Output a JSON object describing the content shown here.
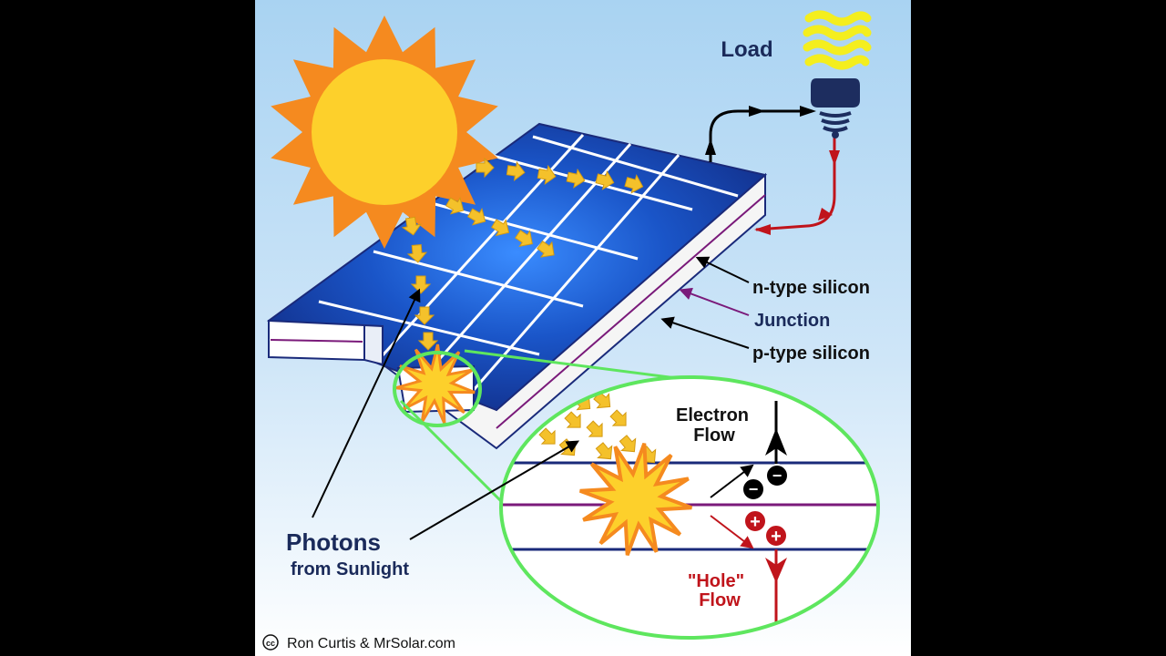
{
  "labels": {
    "load": "Load",
    "n_type": "n-type silicon",
    "junction": "Junction",
    "p_type": "p-type silicon",
    "electron_flow_line1": "Electron",
    "electron_flow_line2": "Flow",
    "hole_flow_line1": "\"Hole\"",
    "hole_flow_line2": "Flow",
    "photons_line1": "Photons",
    "photons_line2": "from Sunlight",
    "credit": "Ron Curtis & MrSolar.com",
    "credit_symbol": "cc",
    "electron_symbol": "−",
    "hole_symbol": "+"
  },
  "colors": {
    "frame_background": "#000000",
    "sky_top": "#a9d3f2",
    "sky_bottom": "#ffffff",
    "sun_rays": "#f58a1f",
    "sun_core": "#fdd02b",
    "panel_blue": "#1a4fbf",
    "panel_edge": "#1a2a7a",
    "grid_lines": "#ffffff",
    "photon_yellow": "#f4c12b",
    "circuit_black": "#000000",
    "circuit_red": "#c0141b",
    "junction_purple": "#7a1a7a",
    "magnifier_green": "#5ee65e",
    "label_navy": "#1a2a5a",
    "hole_red": "#c0141b"
  }
}
